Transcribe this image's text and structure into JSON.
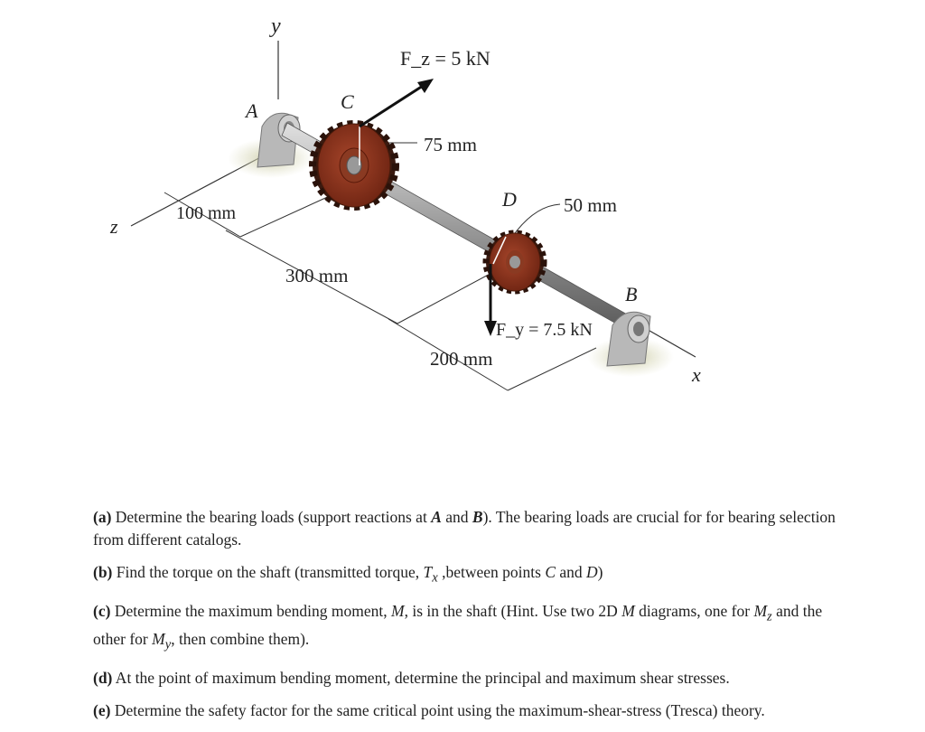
{
  "figure": {
    "axis_y": "y",
    "axis_z": "z",
    "axis_x": "x",
    "point_a": "A",
    "point_b": "B",
    "point_c": "C",
    "point_d": "D",
    "force_z": "F_z = 5 kN",
    "force_y": "F_y = 7.5 kN",
    "dim_75": "75 mm",
    "dim_50": "50 mm",
    "dim_100": "100 mm",
    "dim_300": "300 mm",
    "dim_200": "200 mm"
  },
  "questions": {
    "a_label": "(a)",
    "a_text_1": " Determine the bearing loads (support reactions at ",
    "a_text_a": "A",
    "a_text_2": " and ",
    "a_text_b": "B",
    "a_text_3": "). The bearing loads are crucial for for bearing selection from different catalogs.",
    "b_label": "(b)",
    "b_text_1": " Find the torque on the shaft (transmitted torque, ",
    "b_text_t": "T",
    "b_text_sub": "x",
    "b_text_2": " ,between points ",
    "b_text_c": "C",
    "b_text_3": " and ",
    "b_text_d": "D",
    "b_text_4": ")",
    "c_label": "(c)",
    "c_text_1": " Determine the maximum bending moment, ",
    "c_text_m": "M",
    "c_text_2": ", is in the shaft (Hint. Use two 2D ",
    "c_text_m2": "M",
    "c_text_3": " diagrams, one for ",
    "c_text_mz": "M",
    "c_text_mz_sub": "z",
    "c_text_4": " and the other for ",
    "c_text_my": "M",
    "c_text_my_sub": "y",
    "c_text_5": ", then combine them).",
    "d_label": "(d)",
    "d_text": " At the point of maximum bending moment, determine the principal and maximum shear stresses.",
    "e_label": "(e)",
    "e_text": " Determine the safety factor for the same critical point using the maximum-shear-stress (Tresca) theory."
  }
}
